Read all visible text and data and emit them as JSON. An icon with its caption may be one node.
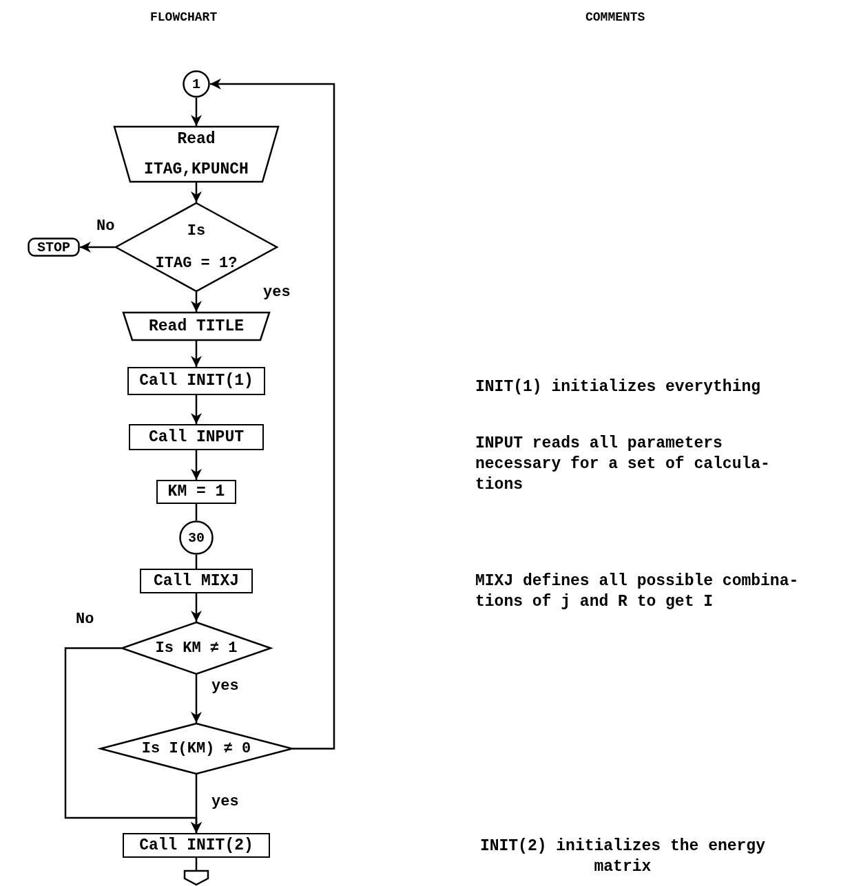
{
  "diagram": {
    "nodes": [
      {
        "text": [
          "1"
        ]
      },
      {
        "text": [
          "Read",
          "ITAG,KPUNCH"
        ]
      },
      {
        "text": [
          "Is",
          "ITAG = 1?"
        ]
      },
      {
        "text": [
          "STOP"
        ]
      },
      {
        "text": [
          "Read TITLE"
        ]
      },
      {
        "text": [
          "Call INIT(1)"
        ]
      },
      {
        "text": [
          "Call INPUT"
        ]
      },
      {
        "text": [
          "KM = 1"
        ]
      },
      {
        "text": [
          "30"
        ]
      },
      {
        "text": [
          "Call MIXJ"
        ]
      },
      {
        "text": [
          "Is KM ≠ 1"
        ]
      },
      {
        "text": [
          "Is I(KM) ≠ 0"
        ]
      },
      {
        "text": [
          "Call INIT(2)"
        ]
      },
      {
        "text": [],
        "shape": "pentagon"
      }
    ],
    "edges": [
      {
        "from": 0,
        "to": 1,
        "arrow": "to"
      },
      {
        "from": 1,
        "to": 2,
        "arrow": "to"
      },
      {
        "from": 2,
        "to": 3,
        "arrow": "to",
        "label": "No"
      },
      {
        "from": 2,
        "to": 4,
        "arrow": "to",
        "label": "yes"
      },
      {
        "from": 4,
        "to": 5,
        "arrow": "to"
      },
      {
        "from": 5,
        "to": 6,
        "arrow": "to"
      },
      {
        "from": 6,
        "to": 7,
        "arrow": "to"
      },
      {
        "from": 7,
        "to": 8,
        "arrow": "none"
      },
      {
        "from": 8,
        "to": 9,
        "arrow": "none"
      },
      {
        "from": 9,
        "to": 10,
        "arrow": "to"
      },
      {
        "from": 10,
        "to": 11,
        "arrow": "to",
        "label": "yes"
      },
      {
        "from": 10,
        "to": 12,
        "arrow": "to",
        "label": "No"
      },
      {
        "from": 11,
        "to": 12,
        "arrow": "to",
        "label": "yes"
      },
      {
        "from": 11,
        "to": 0,
        "arrow": "to"
      },
      {
        "from": 12,
        "to": 13,
        "arrow": "none"
      }
    ],
    "labels": [
      "FLOWCHART",
      "COMMENTS",
      "INIT(1) initializes everything",
      "INPUT reads all parameters necessary for a set of calcula- tions",
      "MIXJ defines all possible combina- tions of j and R to get I",
      "INIT(2) initializes the energy matrix"
    ]
  }
}
